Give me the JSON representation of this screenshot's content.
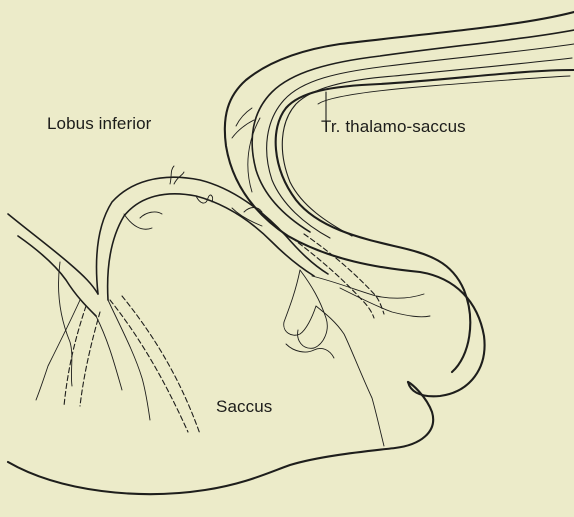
{
  "figure": {
    "labels": {
      "lobus_inferior": "Lobus inferior",
      "tract": "Tr. thalamo-saccus",
      "saccus": "Saccus"
    },
    "colors": {
      "paper": "#ecebc9",
      "ink": "#1e1e1c"
    }
  }
}
